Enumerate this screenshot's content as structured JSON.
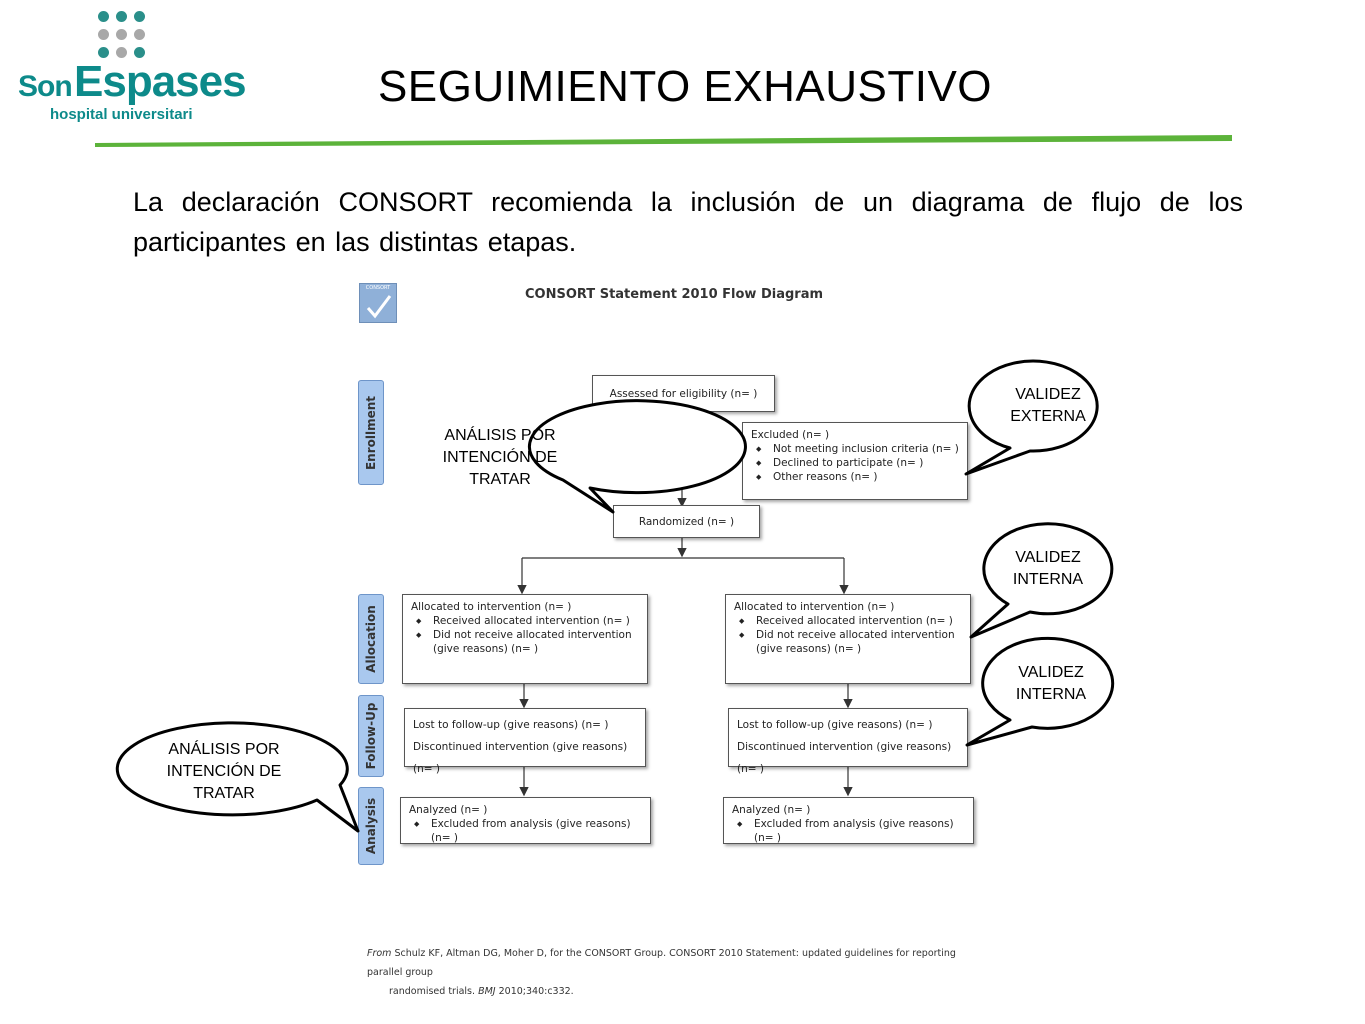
{
  "logo": {
    "brand_small": "Son",
    "brand_large": "Espases",
    "subtitle": "hospital universitari",
    "brand_color": "#0d8a8a",
    "dot_colors": [
      "#2a8f8a",
      "#2a8f8a",
      "#2a8f8a",
      "#a8a8a8",
      "#a8a8a8",
      "#a8a8a8",
      "#2a8f8a",
      "#a8a8a8",
      "#2a8f8a"
    ]
  },
  "slide": {
    "title": "SEGUIMIENTO EXHAUSTIVO",
    "rule_color": "#5cb33a",
    "intro": "La declaración CONSORT recomienda la inclusión de un diagrama de flujo de los participantes en las distintas etapas."
  },
  "diagram": {
    "logo_text": "CONSORT",
    "title": "CONSORT Statement 2010 Flow Diagram",
    "stages": [
      "Enrollment",
      "Allocation",
      "Follow-Up",
      "Analysis"
    ],
    "assessed": "Assessed for eligibility (n=  )",
    "excluded": {
      "heading": "Excluded  (n=   )",
      "items": [
        "Not meeting inclusion criteria (n=  )",
        "Declined to participate (n=  )",
        "Other reasons (n=  )"
      ]
    },
    "randomized": "Randomized (n=  )",
    "allocation": {
      "heading": "Allocated to intervention (n=  )",
      "items": [
        "Received allocated intervention (n=  )",
        "Did not receive allocated intervention (give reasons) (n=  )"
      ]
    },
    "followup": {
      "lost": "Lost to follow-up (give reasons) (n=  )",
      "discontinued": "Discontinued intervention (give reasons) (n=  )"
    },
    "analysis": {
      "heading": "Analyzed  (n=  )",
      "items": [
        "Excluded from analysis (give reasons) (n=  )"
      ]
    },
    "citation_from": "From",
    "citation_line1": "Schulz KF, Altman DG, Moher D, for the CONSORT Group. CONSORT 2010 Statement: updated guidelines for reporting parallel group",
    "citation_line2_a": "randomised trials.",
    "citation_line2_journal": "BMJ",
    "citation_line2_b": "2010;340:c332."
  },
  "callouts": {
    "itt_top": [
      "ANÁLISIS POR",
      "INTENCIÓN DE",
      "TRATAR"
    ],
    "itt_bottom": [
      "ANÁLISIS POR",
      "INTENCIÓN DE",
      "TRATAR"
    ],
    "ext": [
      "VALIDEZ",
      "EXTERNA"
    ],
    "int1": [
      "VALIDEZ",
      "INTERNA"
    ],
    "int2": [
      "VALIDEZ",
      "INTERNA"
    ]
  }
}
